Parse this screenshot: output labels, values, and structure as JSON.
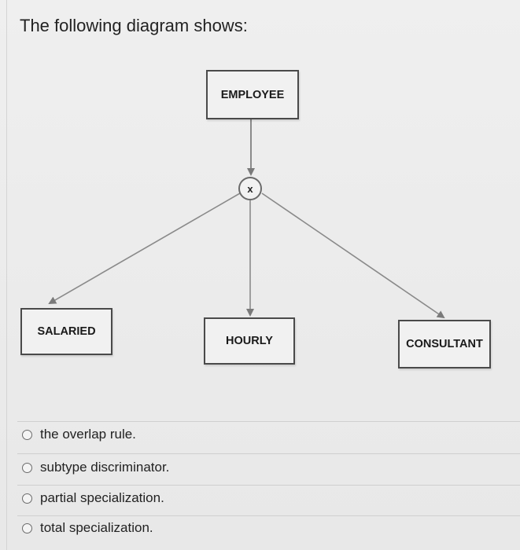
{
  "question": {
    "text": "The following diagram shows:"
  },
  "diagram": {
    "supertype": {
      "label": "EMPLOYEE"
    },
    "discriminator": {
      "symbol": "x"
    },
    "subtypes": [
      {
        "label": "SALARIED"
      },
      {
        "label": "HOURLY"
      },
      {
        "label": "CONSULTANT"
      }
    ],
    "colors": {
      "box_border": "#4a4a4a",
      "connector": "#8a8a8a"
    }
  },
  "answers": {
    "options": [
      {
        "label": "the overlap rule.",
        "selected": false
      },
      {
        "label": "subtype discriminator.",
        "selected": false
      },
      {
        "label": "partial specialization.",
        "selected": false
      },
      {
        "label": "total specialization.",
        "selected": false
      }
    ]
  }
}
